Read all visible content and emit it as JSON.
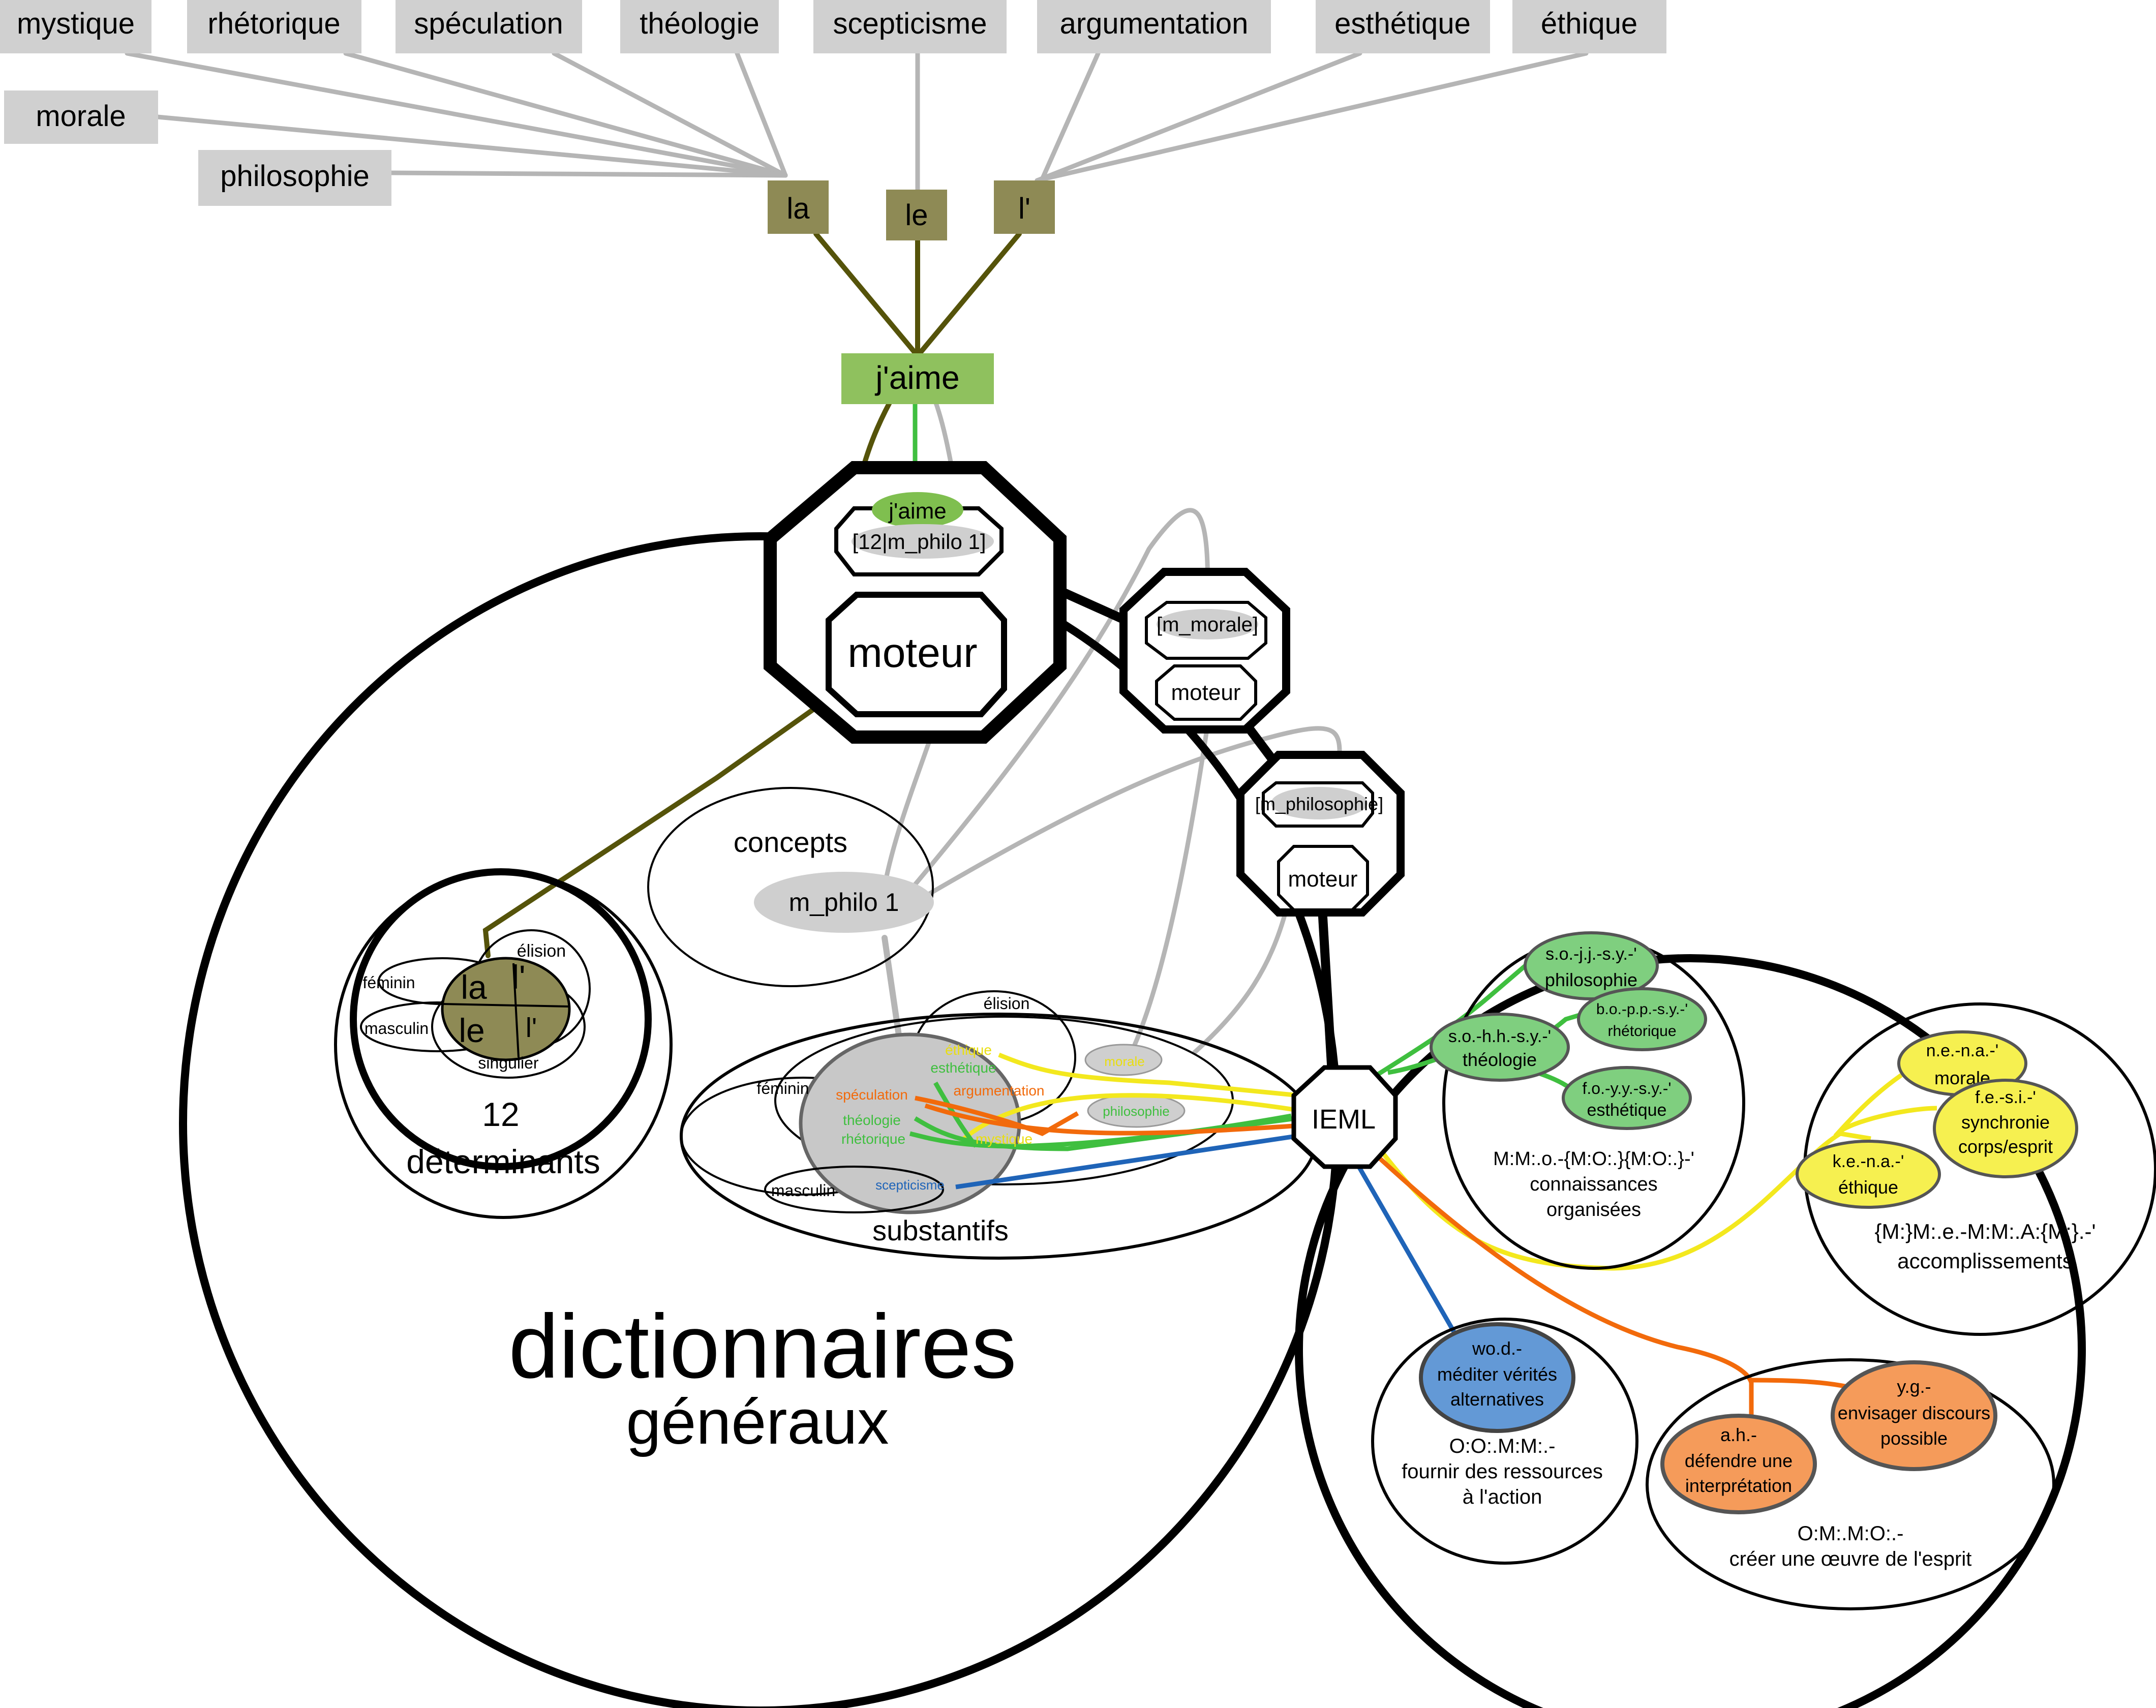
{
  "colors": {
    "gray_box": "#d0d0d0",
    "olive": "#8e8a55",
    "olive_line": "#55530a",
    "green_box": "#8fc15e",
    "green_node": "#7fcf7f",
    "yellow_node": "#f6f050",
    "blue_node": "#6399d6",
    "orange_node": "#f59b5a",
    "gray_line": "#b5b5b5",
    "line_green": "#3fbf3f",
    "line_yellow": "#f3e81e",
    "line_orange": "#f26a0b",
    "line_blue": "#1f64b8"
  },
  "words": {
    "mystique": "mystique",
    "rhetorique": "rhétorique",
    "speculation": "spéculation",
    "theologie": "théologie",
    "scepticisme": "scepticisme",
    "argumentation": "argumentation",
    "esthetique": "esthétique",
    "ethique": "éthique",
    "morale": "morale",
    "philosophie": "philosophie"
  },
  "articles": {
    "la": "la",
    "le": "le",
    "lapos": "l'"
  },
  "verb": "j'aime",
  "main_octagon": {
    "verb": "j'aime",
    "slot": "[12|m_philo 1]",
    "engine": "moteur"
  },
  "octagon_morale": {
    "slot": "[m_morale]",
    "engine": "moteur"
  },
  "octagon_philosophie": {
    "slot": "[m_philosophie]",
    "engine": "moteur"
  },
  "dictionnaires": {
    "line1": "dictionnaires",
    "line2": "généraux"
  },
  "determinants": {
    "count": "12",
    "label": "déterminants",
    "feminin": "féminin",
    "masculin": "masculin",
    "elision": "élision",
    "singulier": "singulier",
    "la": "la",
    "le": "le",
    "lapos_top": "l'",
    "lapos_bottom": "l'"
  },
  "concepts": {
    "label": "concepts",
    "item": "m_philo 1"
  },
  "substantifs": {
    "label": "substantifs",
    "elision": "élision",
    "feminin": "féminin",
    "masculin": "masculin",
    "ethique": "éthique",
    "esthetique": "esthétique",
    "speculation": "spéculation",
    "argumentation": "argumentation",
    "theologie": "théologie",
    "rhetorique": "rhétorique",
    "mystique": "mystique",
    "morale": "morale",
    "philosophie": "philosophie",
    "scepticisme": "scepticisme"
  },
  "ieml": "IEML",
  "knowledge": {
    "code": "M:M:.o.-{M:O:.}{M:O:.}-'",
    "line1": "connaissances",
    "line2": "organisées",
    "nodes": [
      {
        "code": "s.o.-j.j.-s.y.-'",
        "label": "philosophie"
      },
      {
        "code": "s.o.-h.h.-s.y.-'",
        "label": "théologie"
      },
      {
        "code": "b.o.-p.p.-s.y.-'",
        "label": "rhétorique"
      },
      {
        "code": "f.o.-y.y.-s.y.-'",
        "label": "esthétique"
      }
    ]
  },
  "accomplissements": {
    "code": "{M:}M:.e.-M:M:.A:{M:}.-'",
    "label": "accomplissements",
    "nodes": [
      {
        "code": "n.e.-n.a.-'",
        "label": "morale"
      },
      {
        "code": "f.e.-s.i.-'",
        "label1": "synchronie",
        "label2": "corps/esprit"
      },
      {
        "code": "k.e.-n.a.-'",
        "label": "éthique"
      }
    ]
  },
  "ressources": {
    "code": "O:O:.M:M:.-",
    "line1": "fournir des ressources",
    "line2": "à l'action",
    "node": {
      "code": "wo.d.-",
      "label1": "méditer vérités",
      "label2": "alternatives"
    }
  },
  "oeuvre": {
    "code": "O:M:.M:O:.-",
    "label": "créer une œuvre de l'esprit",
    "nodes": [
      {
        "code": "a.h.-",
        "label1": "défendre une",
        "label2": "interprétation"
      },
      {
        "code": "y.g.-",
        "label1": "envisager discours",
        "label2": "possible"
      }
    ]
  }
}
